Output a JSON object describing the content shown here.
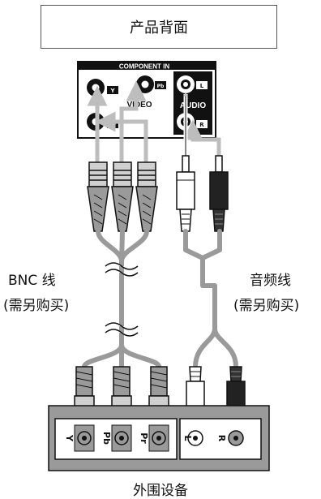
{
  "top_title": "产品背面",
  "panel": {
    "header": "COMPONENT IN",
    "video_label": "VIDEO",
    "audio_label": "AUDIO",
    "jack_y": "Y",
    "jack_pb": "Pb",
    "jack_pr": "Pr",
    "jack_l": "L",
    "jack_r": "R"
  },
  "left_cable": {
    "line1": "BNC 线",
    "line2": "(需另购买)"
  },
  "right_cable": {
    "line1": "音频线",
    "line2": "(需另购买)"
  },
  "device": {
    "title": "外围设备",
    "jack_y": "Y",
    "jack_pb": "Pb",
    "jack_pr": "Pr",
    "jack_l": "L",
    "jack_r": "R"
  }
}
